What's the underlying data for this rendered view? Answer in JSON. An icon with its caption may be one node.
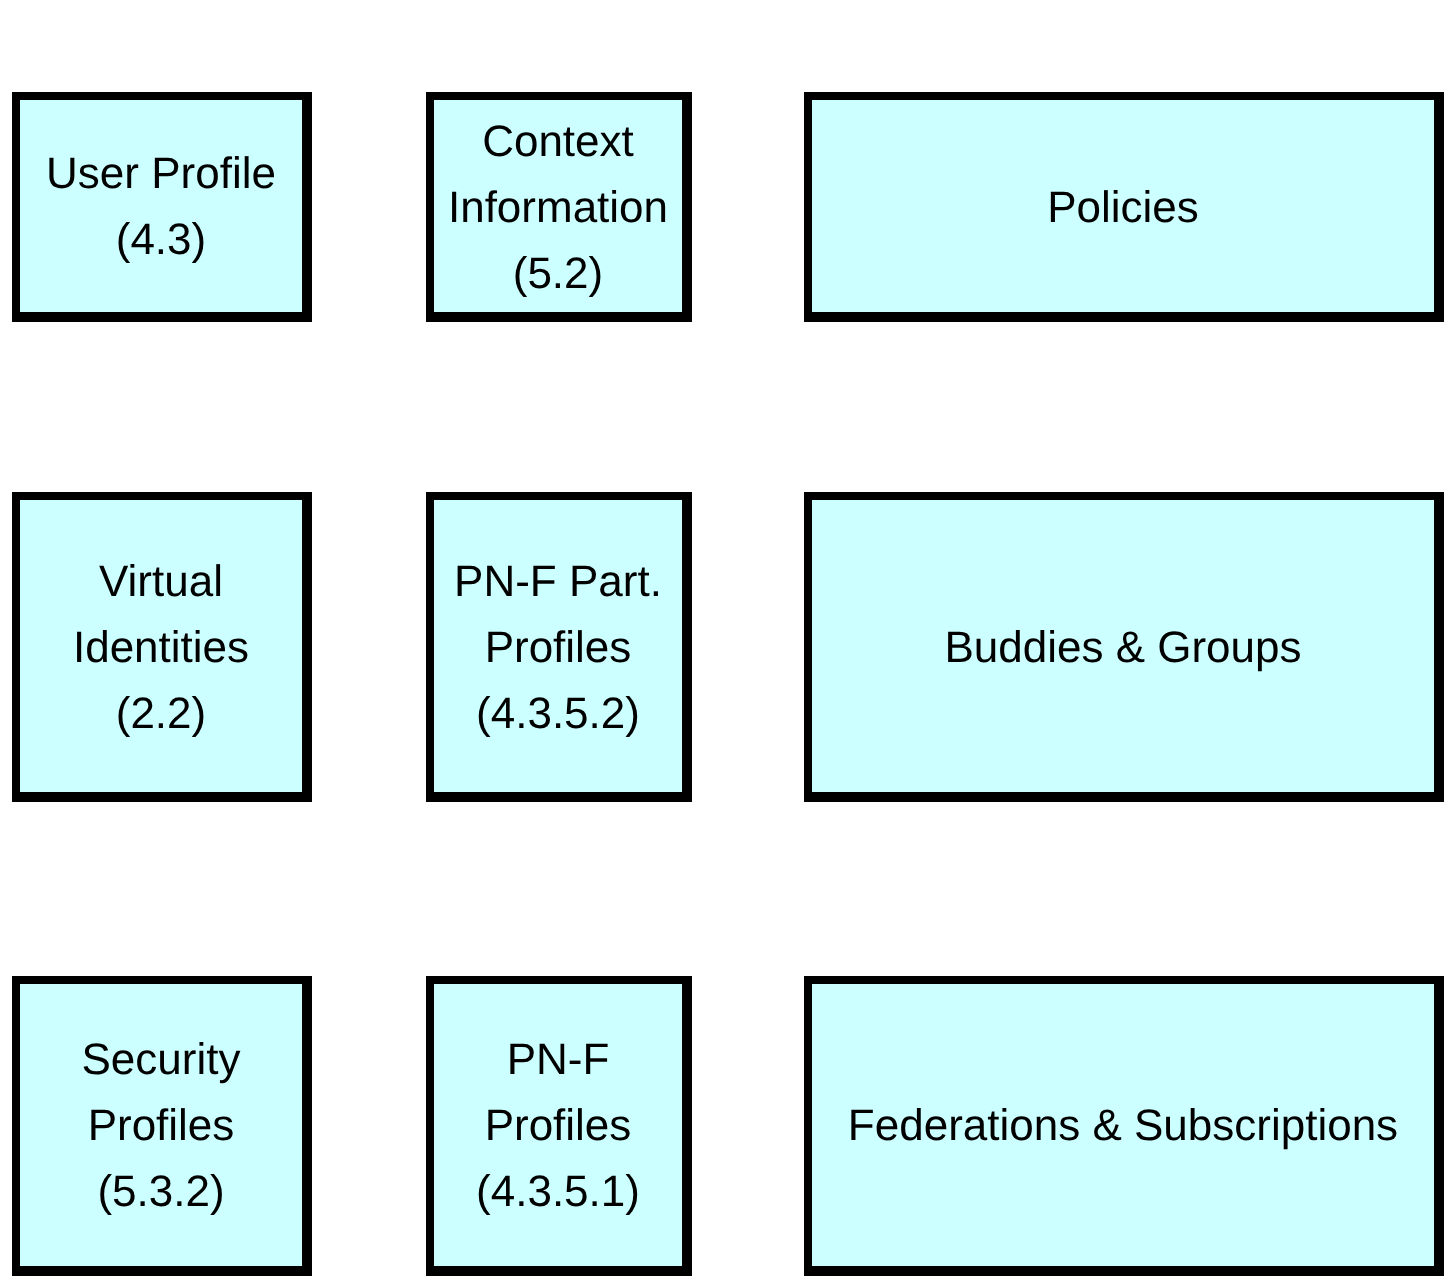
{
  "diagram": {
    "nodes": [
      {
        "text": [
          "User Profile (4.3)"
        ]
      },
      {
        "text": [
          "Context Information (5.2)"
        ]
      },
      {
        "text": [
          "Policies"
        ]
      },
      {
        "text": [
          "Virtual Identities (2.2)"
        ]
      },
      {
        "text": [
          "PN-F Part. Profiles (4.3.5.2)"
        ]
      },
      {
        "text": [
          "Buddies & Groups"
        ]
      },
      {
        "text": [
          "Security Profiles (5.3.2)"
        ]
      },
      {
        "text": [
          "PN-F Profiles (4.3.5.1)"
        ]
      },
      {
        "text": [
          "Federations & Subscriptions"
        ]
      }
    ]
  }
}
